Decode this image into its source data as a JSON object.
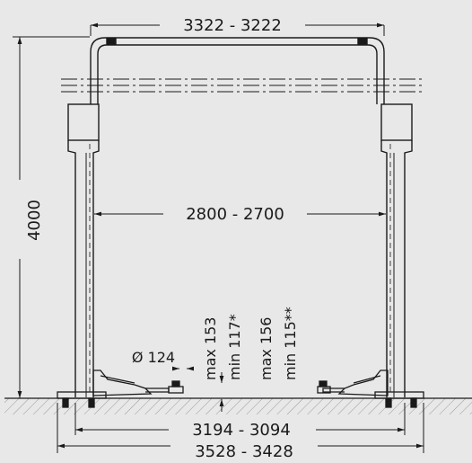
{
  "dimensions": {
    "top_width": "3322 - 3222",
    "height": "4000",
    "inner_width": "2800 - 2700",
    "base_inner": "3194 - 3094",
    "base_outer": "3528 - 3428",
    "pad_diameter": "Ø 124",
    "left_pad": {
      "max": "max 153",
      "min": "min 117*"
    },
    "right_pad": {
      "max": "max 156",
      "min": "min 115**"
    }
  },
  "colors": {
    "background": "#e8e8e8",
    "line": "#1a1a1a"
  }
}
